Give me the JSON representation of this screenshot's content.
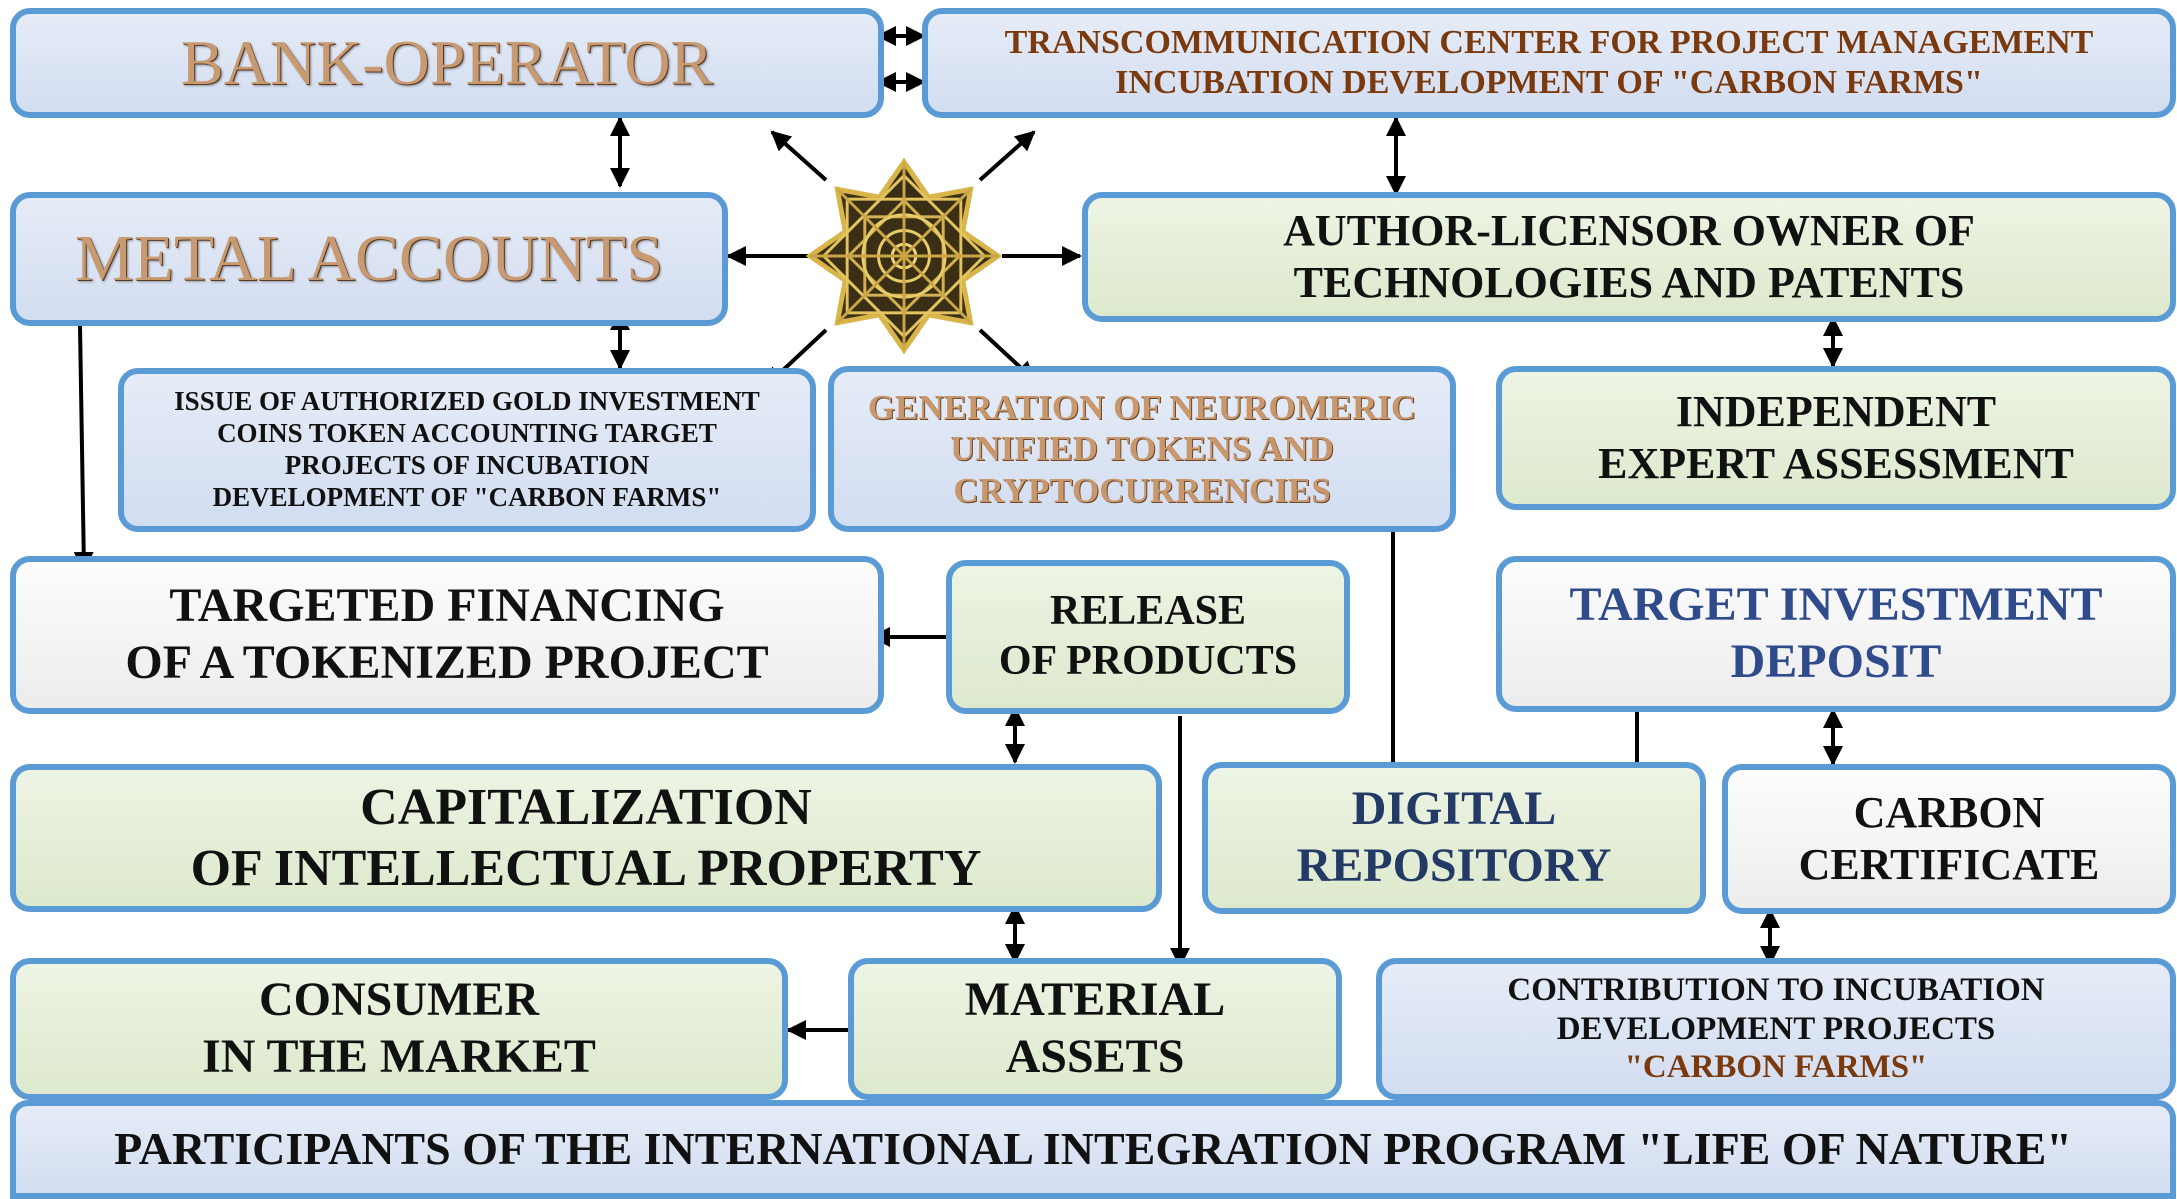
{
  "nodes": {
    "bank_operator": [
      "BANK-OPERATOR"
    ],
    "transcommunication_center": [
      "TRANSCOMMUNICATION CENTER FOR PROJECT MANAGEMENT",
      "INCUBATION DEVELOPMENT OF \"CARBON FARMS\""
    ],
    "metal_accounts": [
      "METAL ACCOUNTS"
    ],
    "author_licensor": [
      "AUTHOR-LICENSOR OWNER OF",
      "TECHNOLOGIES AND PATENTS"
    ],
    "issue_gold_coins": [
      "ISSUE OF AUTHORIZED GOLD INVESTMENT",
      "COINS TOKEN ACCOUNTING TARGET",
      "PROJECTS OF INCUBATION",
      "DEVELOPMENT OF \"CARBON FARMS\""
    ],
    "generation_tokens": [
      "GENERATION OF NEUROMERIC",
      "UNIFIED TOKENS AND",
      "CRYPTOCURRENCIES"
    ],
    "independent_expert": [
      "INDEPENDENT",
      "EXPERT ASSESSMENT"
    ],
    "targeted_financing": [
      "TARGETED FINANCING",
      "OF A TOKENIZED PROJECT"
    ],
    "release_products": [
      "RELEASE",
      "OF PRODUCTS"
    ],
    "target_investment_deposit": [
      "TARGET INVESTMENT",
      "DEPOSIT"
    ],
    "capitalization": [
      "CAPITALIZATION",
      "OF INTELLECTUAL PROPERTY"
    ],
    "digital_repository": [
      "DIGITAL",
      "REPOSITORY"
    ],
    "carbon_certificate": [
      "CARBON",
      "CERTIFICATE"
    ],
    "consumer_market": [
      "CONSUMER",
      "IN THE MARKET"
    ],
    "material_assets": [
      "MATERIAL",
      "ASSETS"
    ],
    "contribution": [
      "CONTRIBUTION TO INCUBATION",
      "DEVELOPMENT PROJECTS",
      "\"CARBON FARMS\""
    ],
    "participants": [
      "PARTICIPANTS OF THE INTERNATIONAL INTEGRATION PROGRAM \"LIFE OF NATURE\""
    ]
  },
  "emblem": {
    "icon": "gold-eight-point-star-mandala-icon",
    "color": "#b8942e"
  },
  "colors": {
    "border": "#5b9bd5",
    "blue_fill": "#d6e0f2",
    "green_fill": "#e2ecd5",
    "arrow": "#000000"
  }
}
